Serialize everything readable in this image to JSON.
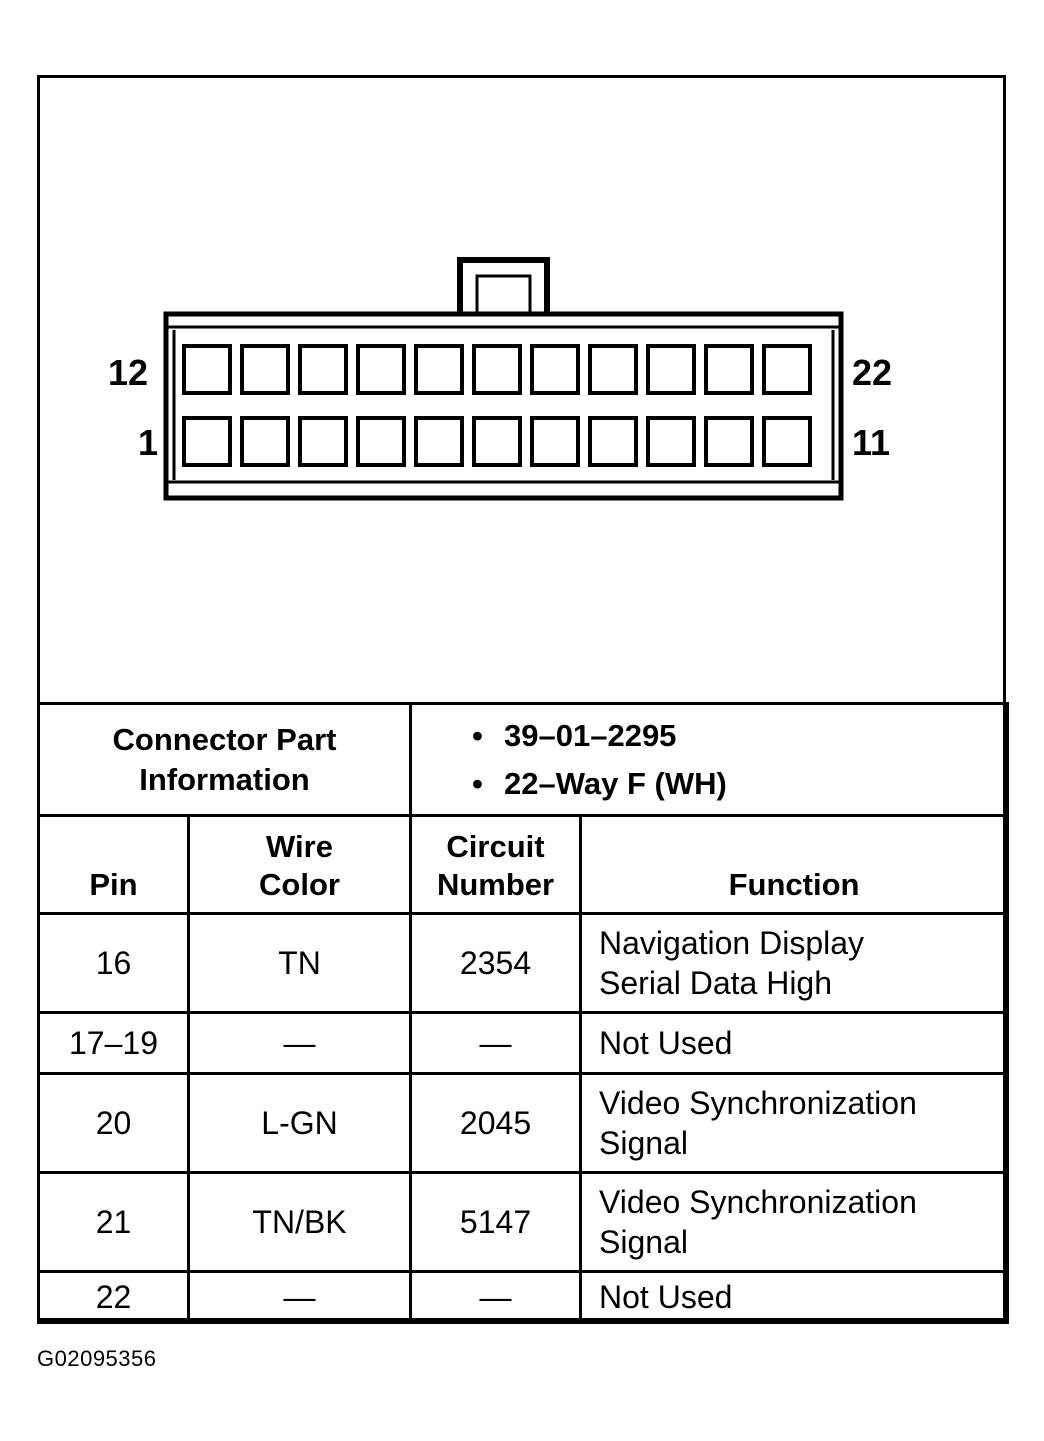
{
  "connector": {
    "top_left_pin": "12",
    "top_right_pin": "22",
    "bottom_left_pin": "1",
    "bottom_right_pin": "11",
    "pins_per_row": 11,
    "rows": 2
  },
  "part_info": {
    "label_line1": "Connector Part",
    "label_line2": "Information",
    "values": [
      "39–01–2295",
      "22–Way F (WH)"
    ]
  },
  "table": {
    "headers": {
      "pin": "Pin",
      "wire_line1": "Wire",
      "wire_line2": "Color",
      "circuit_line1": "Circuit",
      "circuit_line2": "Number",
      "function": "Function"
    },
    "rows": [
      {
        "pin": "16",
        "wire": "TN",
        "circuit": "2354",
        "function_line1": "Navigation Display",
        "function_line2": "Serial Data High"
      },
      {
        "pin": "17–19",
        "wire": "—",
        "circuit": "—",
        "function_line1": "Not Used",
        "function_line2": ""
      },
      {
        "pin": "20",
        "wire": "L-GN",
        "circuit": "2045",
        "function_line1": "Video Synchronization",
        "function_line2": "Signal"
      },
      {
        "pin": "21",
        "wire": "TN/BK",
        "circuit": "5147",
        "function_line1": "Video Synchronization",
        "function_line2": "Signal"
      },
      {
        "pin": "22",
        "wire": "—",
        "circuit": "—",
        "function_line1": "Not Used",
        "function_line2": ""
      }
    ]
  },
  "figure_id": "G02095356"
}
